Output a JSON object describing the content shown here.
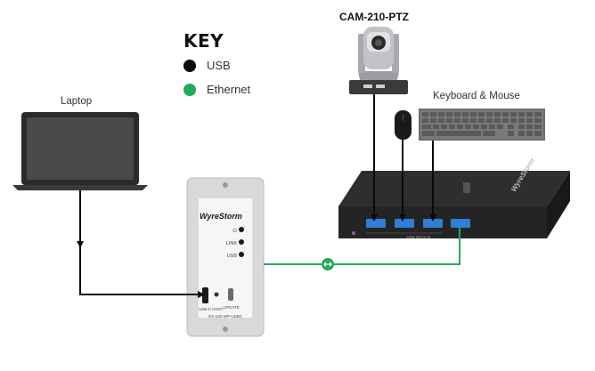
{
  "key": {
    "title": "KEY",
    "items": [
      {
        "label": "USB",
        "color": "#0a0a0a"
      },
      {
        "label": "Ethernet",
        "color": "#1faa5c"
      }
    ]
  },
  "devices": {
    "camera": {
      "label": "CAM-210-PTZ"
    },
    "laptop": {
      "label": "Laptop"
    },
    "keyboard": {
      "label": "Keyboard & Mouse"
    },
    "wallplate": {
      "brand": "WyreStorm",
      "led_power": "⏻",
      "led_link": "LINK",
      "led_usb": "USB",
      "port_usb": "USB-C HOST",
      "port_update": "UPDATE",
      "model": "EX-100-WP-USBC"
    },
    "hub": {
      "brand": "WyreStorm",
      "usb_device": "USB DEVICE"
    }
  },
  "colors": {
    "usb": "#0a0a0a",
    "ethernet": "#1faa5c",
    "port_blue": "#2f7fd6"
  }
}
